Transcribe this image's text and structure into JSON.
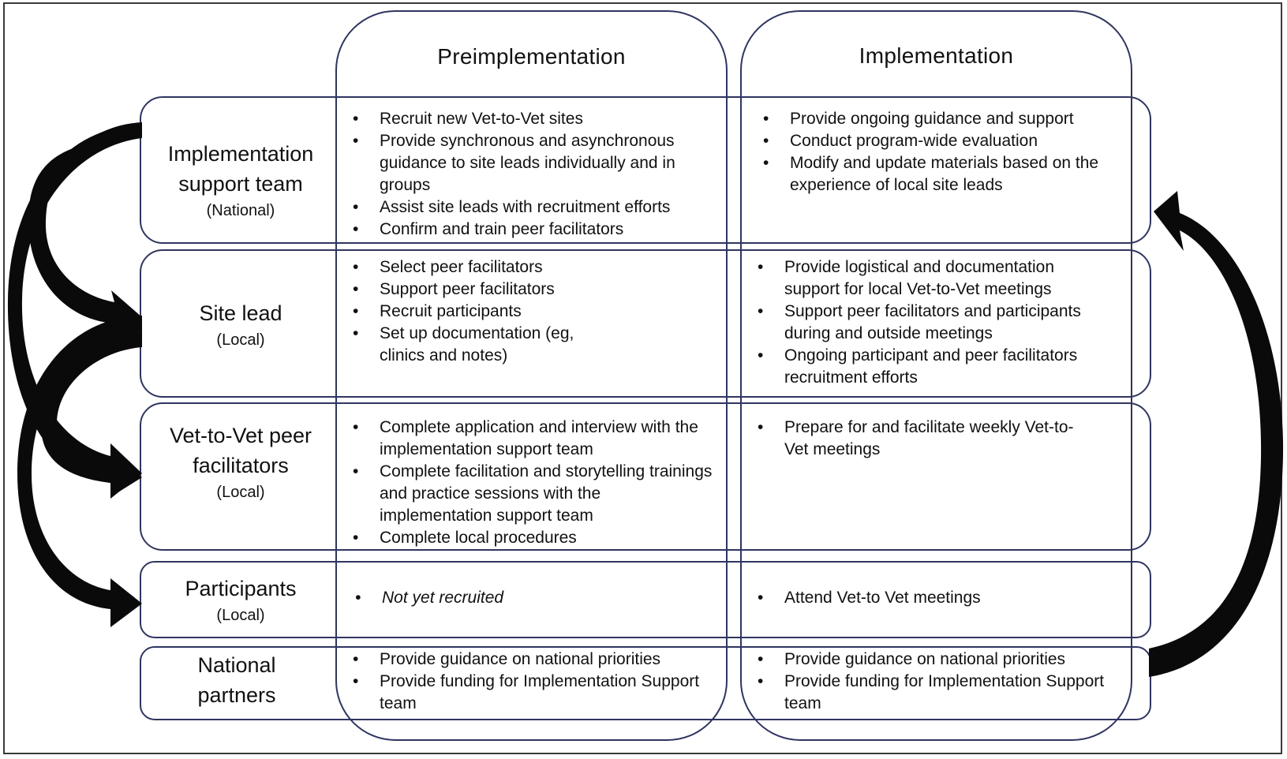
{
  "columns": {
    "pre": "Preimplementation",
    "impl": "Implementation"
  },
  "rows": [
    {
      "name": "Implementation support team",
      "scope": "(National)",
      "pre": [
        "Recruit new Vet-to-Vet sites",
        "Provide synchronous and asynchronous guidance to site leads individually and in groups",
        "Assist site leads with recruitment efforts",
        "Confirm and train peer facilitators"
      ],
      "impl": [
        "Provide ongoing guidance and support",
        "Conduct program-wide evaluation",
        "Modify and update materials based on the experience of local site leads"
      ]
    },
    {
      "name": "Site lead",
      "scope": "(Local)",
      "pre": [
        "Select peer facilitators",
        "Support peer facilitators",
        "Recruit participants",
        "Set up documentation (eg, clinics and notes)"
      ],
      "impl": [
        "Provide logistical and documentation support for local Vet-to-Vet meetings",
        "Support peer facilitators and participants during and outside meetings",
        "Ongoing participant and peer facilitators recruitment efforts"
      ]
    },
    {
      "name": "Vet-to-Vet peer facilitators",
      "scope": "(Local)",
      "pre": [
        "Complete application and interview with the implementation support team",
        "Complete facilitation and storytelling trainings and practice sessions with the implementation support team",
        "Complete local procedures"
      ],
      "impl": [
        "Prepare for and facilitate weekly Vet-to-Vet meetings"
      ]
    },
    {
      "name": "Participants",
      "scope": "(Local)",
      "pre": [
        "Not yet recruited"
      ],
      "impl": [
        "Attend Vet-to Vet meetings"
      ]
    },
    {
      "name": "National partners",
      "scope": "",
      "pre": [
        "Provide guidance on national priorities",
        "Provide funding for Implementation Support team"
      ],
      "impl": [
        "Provide guidance on national priorities",
        "Provide funding for Implementation Support team"
      ]
    }
  ],
  "colors": {
    "box_stroke": "#2f3560",
    "arrow_fill": "#0a0a0a"
  }
}
